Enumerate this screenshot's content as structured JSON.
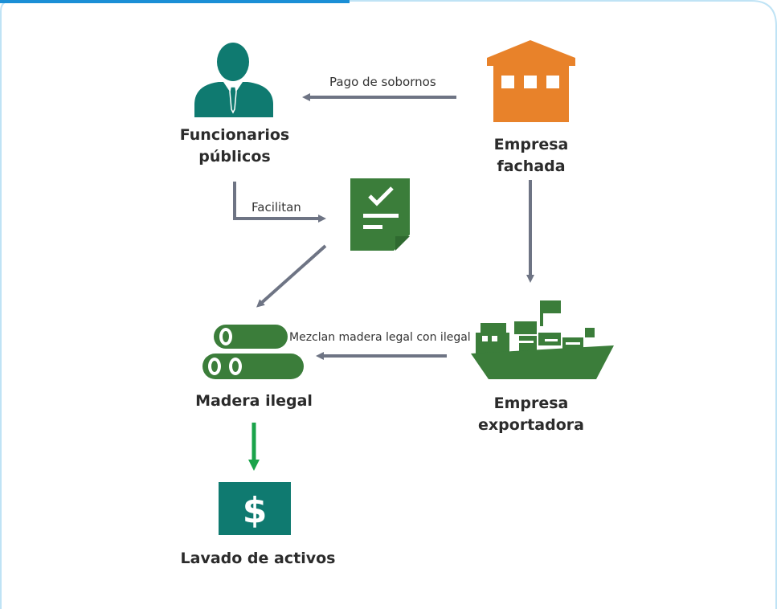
{
  "nodes": {
    "funcionarios": {
      "line1": "Funcionarios",
      "line2": "públicos"
    },
    "fachada": {
      "line1": "Empresa",
      "line2": "fachada"
    },
    "exportadora": {
      "line1": "Empresa",
      "line2": "exportadora"
    },
    "madera": {
      "label": "Madera ilegal"
    },
    "lavado": {
      "label": "Lavado de activos"
    }
  },
  "edges": {
    "sobornos": "Pago de sobornos",
    "facilitan": "Facilitan",
    "mezclan": "Mezclan madera legal con ilegal"
  },
  "icons": {
    "person": "person-icon",
    "building": "building-icon",
    "document": "document-check-icon",
    "ship": "cargo-ship-icon",
    "logs": "timber-logs-icon",
    "money": "dollar-bill-icon"
  },
  "colors": {
    "teal": "#0f7a70",
    "orange": "#e8822a",
    "green": "#3b7d3a",
    "arrow_gray": "#6e7484",
    "arrow_green": "#1aa34a",
    "frame_blue": "#1b8fd6",
    "frame_light": "#bfe3f5"
  }
}
